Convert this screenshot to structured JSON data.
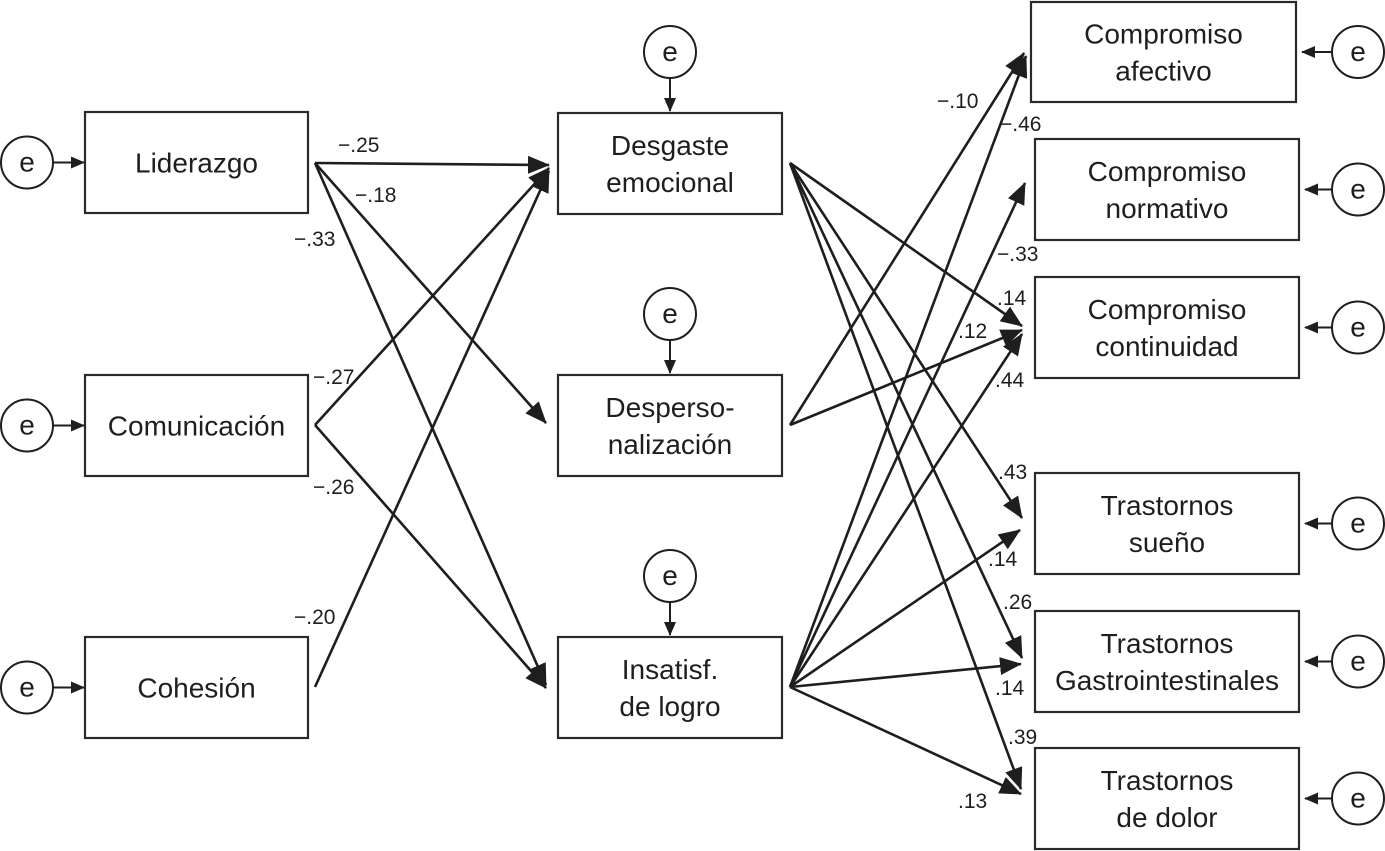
{
  "diagram": {
    "type": "path-diagram",
    "error_term_label": "e",
    "nodes": [
      {
        "id": "liderazgo",
        "lines": [
          "Liderazgo"
        ]
      },
      {
        "id": "comunicacion",
        "lines": [
          "Comunicación"
        ]
      },
      {
        "id": "cohesion",
        "lines": [
          "Cohesión"
        ]
      },
      {
        "id": "desgaste",
        "lines": [
          "Desgaste",
          "emocional"
        ]
      },
      {
        "id": "despersonalizacion",
        "lines": [
          "Desperso-",
          "nalización"
        ]
      },
      {
        "id": "insatisfaccion",
        "lines": [
          "Insatisf.",
          "de logro"
        ]
      },
      {
        "id": "comp_afectivo",
        "lines": [
          "Compromiso",
          "afectivo"
        ]
      },
      {
        "id": "comp_normativo",
        "lines": [
          "Compromiso",
          "normativo"
        ]
      },
      {
        "id": "comp_continuidad",
        "lines": [
          "Compromiso",
          "continuidad"
        ]
      },
      {
        "id": "trast_sueno",
        "lines": [
          "Trastornos",
          "sueño"
        ]
      },
      {
        "id": "trast_gastro",
        "lines": [
          "Trastornos",
          "Gastrointestinales"
        ]
      },
      {
        "id": "trast_dolor",
        "lines": [
          "Trastornos",
          "de dolor"
        ]
      }
    ],
    "edges": [
      {
        "from": "liderazgo",
        "to": "desgaste",
        "coef": "−.25"
      },
      {
        "from": "liderazgo",
        "to": "despersonalizacion",
        "coef": "−.18"
      },
      {
        "from": "liderazgo",
        "to": "insatisfaccion",
        "coef": "−.33"
      },
      {
        "from": "comunicacion",
        "to": "desgaste",
        "coef": "−.27"
      },
      {
        "from": "comunicacion",
        "to": "insatisfaccion",
        "coef": "−.26"
      },
      {
        "from": "cohesion",
        "to": "desgaste",
        "coef": "−.20"
      },
      {
        "from": "despersonalizacion",
        "to": "comp_afectivo",
        "coef": "−.10"
      },
      {
        "from": "insatisfaccion",
        "to": "comp_afectivo",
        "coef": "−.46"
      },
      {
        "from": "insatisfaccion",
        "to": "comp_normativo",
        "coef": "−.33"
      },
      {
        "from": "desgaste",
        "to": "comp_continuidad",
        "coef": ".14"
      },
      {
        "from": "despersonalizacion",
        "to": "comp_continuidad",
        "coef": ".12"
      },
      {
        "from": "insatisfaccion",
        "to": "comp_continuidad",
        "coef": ".44"
      },
      {
        "from": "desgaste",
        "to": "trast_sueno",
        "coef": ".43"
      },
      {
        "from": "insatisfaccion",
        "to": "trast_sueno",
        "coef": ".14"
      },
      {
        "from": "desgaste",
        "to": "trast_gastro",
        "coef": ".26"
      },
      {
        "from": "insatisfaccion",
        "to": "trast_gastro",
        "coef": ".14"
      },
      {
        "from": "desgaste",
        "to": "trast_dolor",
        "coef": ".39"
      },
      {
        "from": "insatisfaccion",
        "to": "trast_dolor",
        "coef": ".13"
      }
    ]
  }
}
